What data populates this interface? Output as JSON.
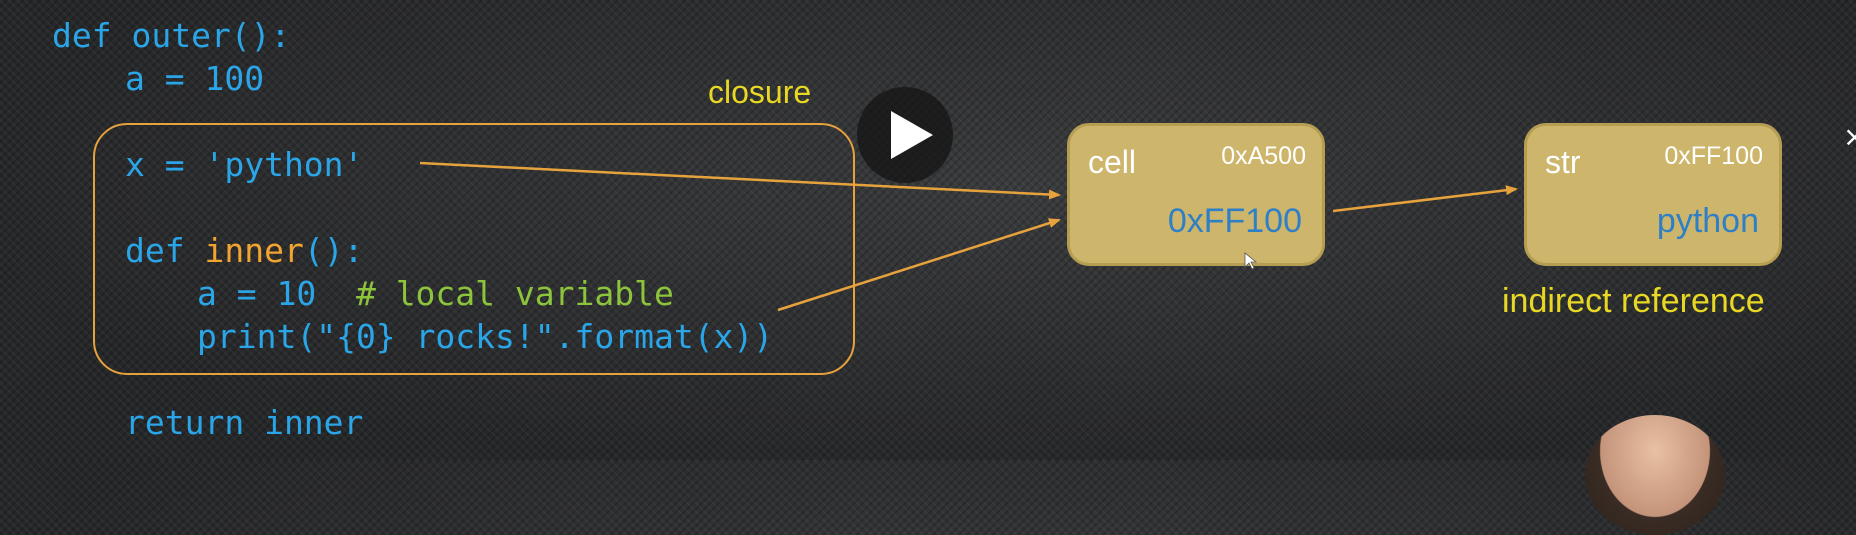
{
  "code": {
    "line1_def": "def outer():",
    "line2": "a = 100",
    "line3": "x = 'python'",
    "line4_def": "def ",
    "line4_name": "inner",
    "line4_rest": "():",
    "line5_code": "a = 10  ",
    "line5_comment": "# local variable",
    "line6": "print(\"{0} rocks!\".format(x))",
    "line7": "return inner"
  },
  "labels": {
    "closure": "closure",
    "indirect_reference": "indirect reference"
  },
  "cell_object": {
    "type": "cell",
    "address": "0xA500",
    "value": "0xFF100"
  },
  "str_object": {
    "type": "str",
    "address": "0xFF100",
    "value": "python"
  },
  "controls": {
    "close_glyph": "×"
  },
  "colors": {
    "code_blue": "#2aa6e8",
    "inner_orange": "#f2a431",
    "comment_green": "#8cc43c",
    "label_yellow": "#e8d824",
    "box_gold": "#cdb66c",
    "arrow_orange": "#e6a23c"
  },
  "icons": [
    "play-icon",
    "close-icon",
    "mouse-cursor-icon"
  ]
}
